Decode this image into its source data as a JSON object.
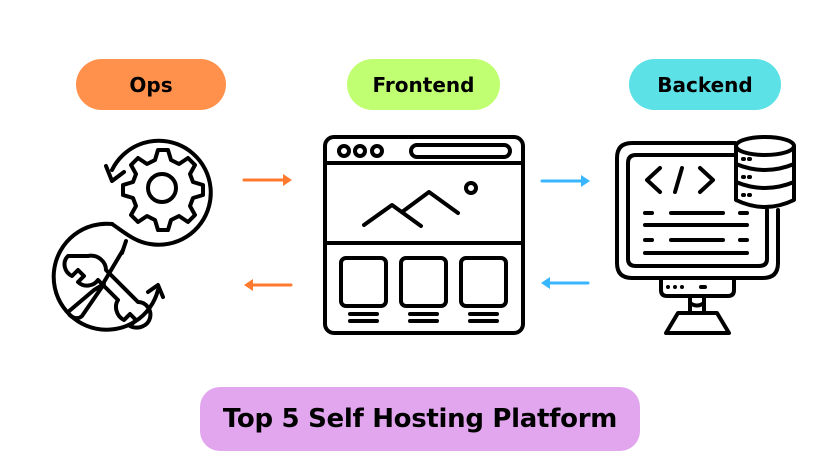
{
  "labels": {
    "ops": "Ops",
    "frontend": "Frontend",
    "backend": "Backend",
    "title": "Top 5 Self Hosting Platform"
  },
  "colors": {
    "ops": "#ff914d",
    "frontend": "#c1ff72",
    "backend": "#5ce1e6",
    "title": "#e2a6ef",
    "arrow_ops": "#ff7a2e",
    "arrow_backend": "#38b6ff"
  },
  "icons": {
    "ops": "gear-wrench-cycle-icon",
    "frontend": "browser-window-icon",
    "backend": "monitor-code-database-icon"
  },
  "arrows": [
    {
      "from": "ops",
      "to": "frontend",
      "direction": "right"
    },
    {
      "from": "frontend",
      "to": "ops",
      "direction": "left"
    },
    {
      "from": "frontend",
      "to": "backend",
      "direction": "right"
    },
    {
      "from": "backend",
      "to": "frontend",
      "direction": "left"
    }
  ]
}
